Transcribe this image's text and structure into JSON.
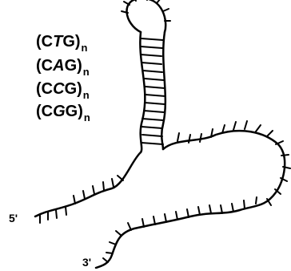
{
  "repeats": [
    {
      "open": "(C",
      "mid": "T",
      "close": "G)",
      "sub": "n"
    },
    {
      "open": "(C",
      "mid": "A",
      "close": "G)",
      "sub": "n"
    },
    {
      "open": "(C",
      "mid": "C",
      "close": "G)",
      "sub": "n"
    },
    {
      "open": "(C",
      "mid": "G",
      "close": "G)",
      "sub": "n"
    }
  ],
  "labels": {
    "five_prime": "5'",
    "three_prime": "3'"
  },
  "colors": {
    "ink": "#000000",
    "background": "#ffffff"
  }
}
